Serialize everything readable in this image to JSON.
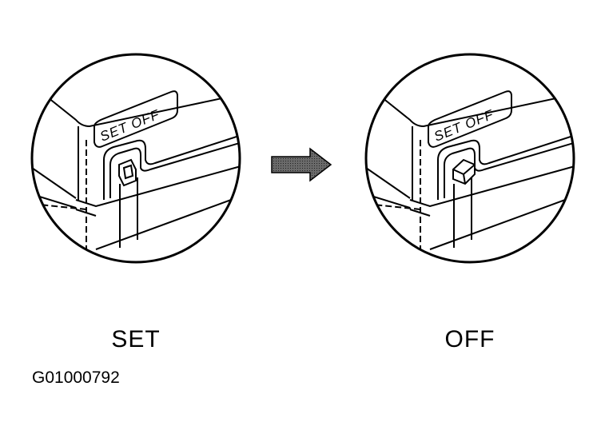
{
  "switch_plate_label": "SET OFF",
  "captions": {
    "set": "SET",
    "off": "OFF"
  },
  "figure_id": "G01000792",
  "icons": {
    "arrow": "right-arrow-icon"
  }
}
